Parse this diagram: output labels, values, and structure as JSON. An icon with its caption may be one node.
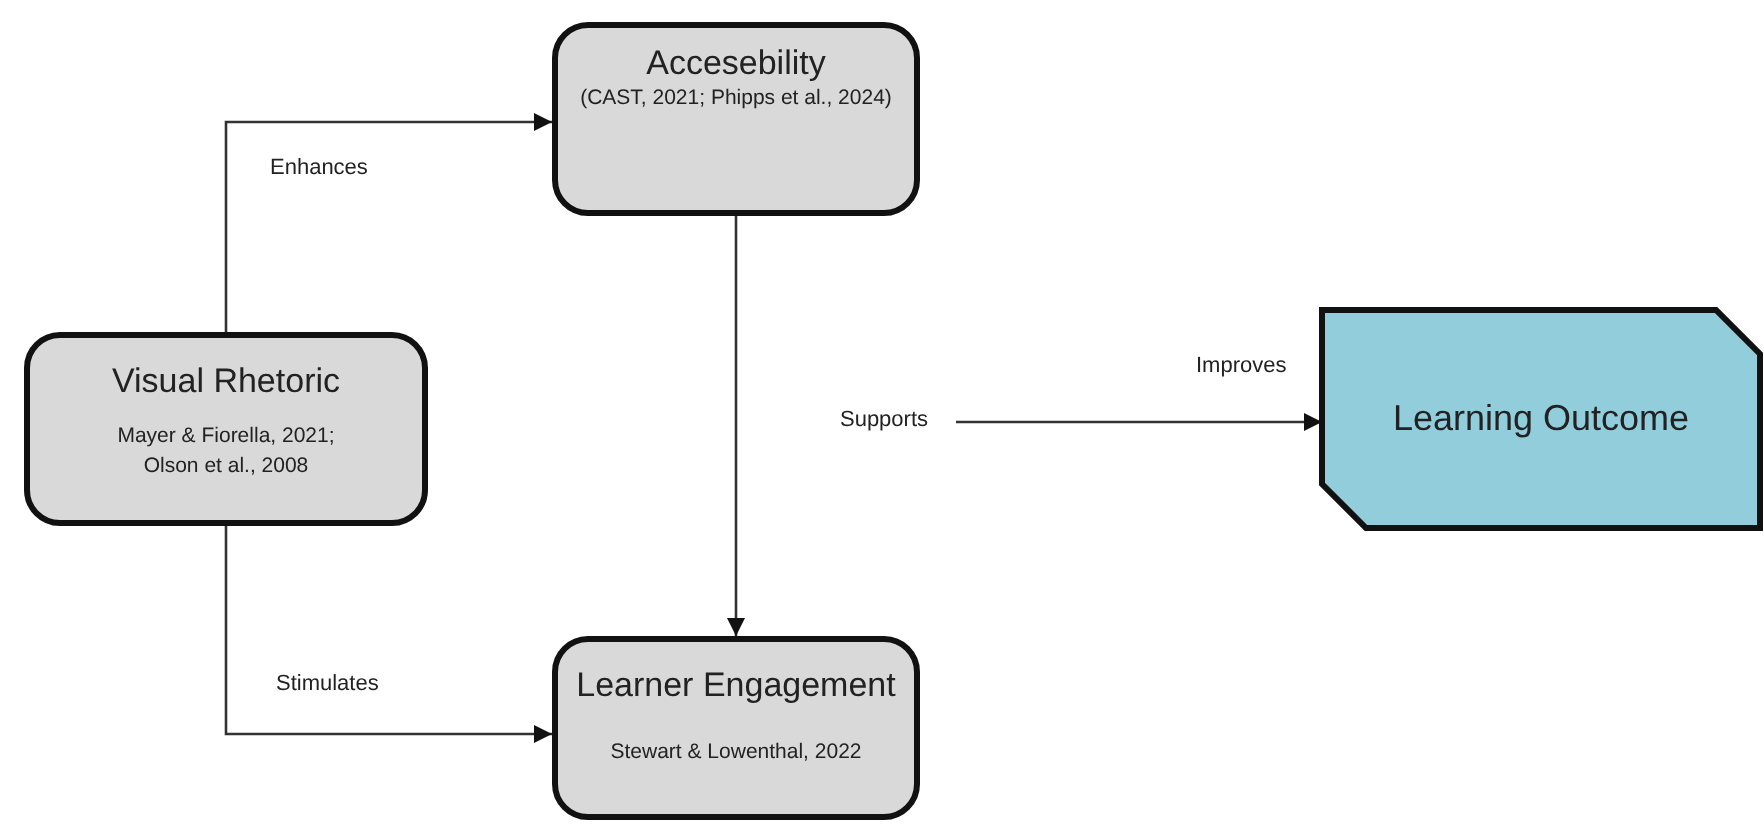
{
  "diagram": {
    "nodes": [
      {
        "text": [
          "Accesebility",
          "(CAST, 2021; Phipps et al., 2024)"
        ]
      },
      {
        "text": [
          "Visual Rhetoric",
          "Mayer & Fiorella, 2021; Olson et al., 2008"
        ]
      },
      {
        "text": [
          "Supports"
        ]
      },
      {
        "text": [
          "Learning Outcome"
        ]
      },
      {
        "text": [
          "Learner Engagement",
          "Stewart & Lowenthal,  2022"
        ]
      }
    ],
    "edges": [
      {
        "from": 1,
        "to": 0,
        "arrow": "to",
        "label": "Enhances"
      },
      {
        "from": 1,
        "to": 4,
        "arrow": "to",
        "label": "Stimulates"
      },
      {
        "from": 0,
        "to": 4,
        "arrow": "to"
      },
      {
        "from": 2,
        "to": 3,
        "arrow": "to",
        "label": "Improves"
      }
    ]
  }
}
